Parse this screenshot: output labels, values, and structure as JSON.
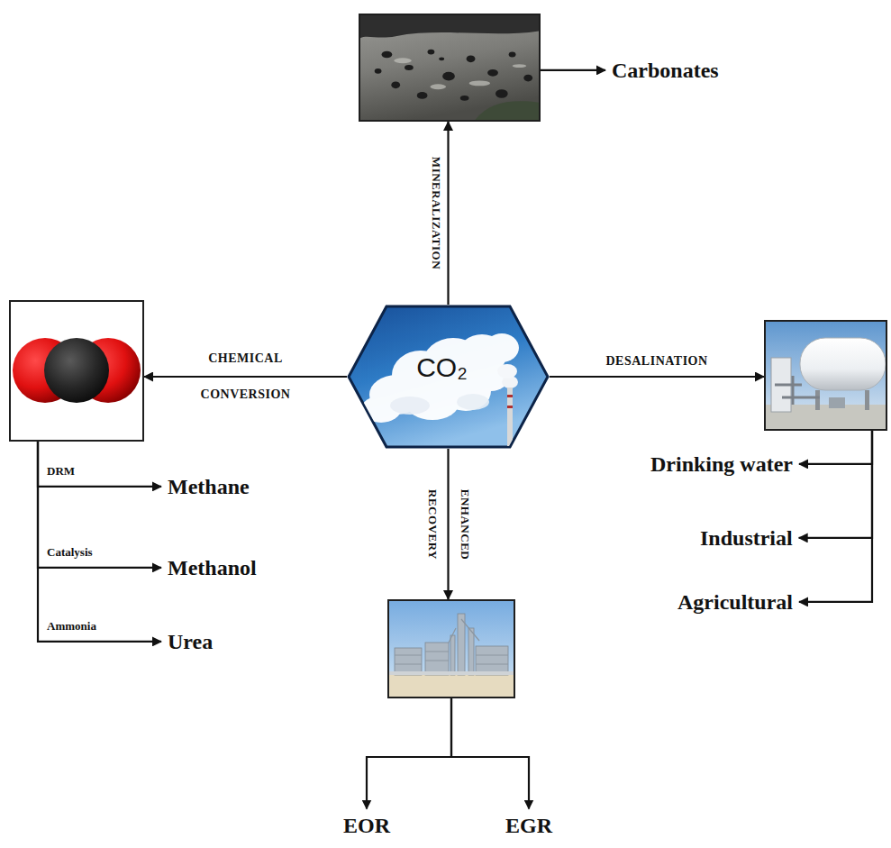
{
  "diagram": {
    "nodes": [
      {
        "text": [
          "CO₂"
        ]
      },
      {
        "text": []
      },
      {
        "text": [
          "Carbonates"
        ]
      },
      {
        "text": []
      },
      {
        "text": [
          "Methane"
        ]
      },
      {
        "text": [
          "Methanol"
        ]
      },
      {
        "text": [
          "Urea"
        ]
      },
      {
        "text": []
      },
      {
        "text": [
          "Drinking water"
        ]
      },
      {
        "text": [
          "Industrial"
        ]
      },
      {
        "text": [
          "Agricultural"
        ]
      },
      {
        "text": []
      },
      {
        "text": [
          "EOR"
        ]
      },
      {
        "text": [
          "EGR"
        ]
      }
    ],
    "edges": [
      {
        "from": 0,
        "to": 1,
        "arrow": "to",
        "label": "MINERALIZATION"
      },
      {
        "from": 1,
        "to": 2,
        "arrow": "to"
      },
      {
        "from": 0,
        "to": 3,
        "arrow": "to",
        "label": "CHEMICAL CONVERSION"
      },
      {
        "from": 3,
        "to": 4,
        "arrow": "to",
        "label": "DRM"
      },
      {
        "from": 3,
        "to": 5,
        "arrow": "to",
        "label": "Catalysis"
      },
      {
        "from": 3,
        "to": 6,
        "arrow": "to",
        "label": "Ammonia"
      },
      {
        "from": 0,
        "to": 7,
        "arrow": "to",
        "label": "DESALINATION"
      },
      {
        "from": 7,
        "to": 8,
        "arrow": "to"
      },
      {
        "from": 7,
        "to": 9,
        "arrow": "to"
      },
      {
        "from": 7,
        "to": 10,
        "arrow": "to"
      },
      {
        "from": 0,
        "to": 11,
        "arrow": "to",
        "label": "ENHANCED RECOVERY"
      },
      {
        "from": 11,
        "to": 12,
        "arrow": "to"
      },
      {
        "from": 11,
        "to": 13,
        "arrow": "to"
      }
    ]
  }
}
